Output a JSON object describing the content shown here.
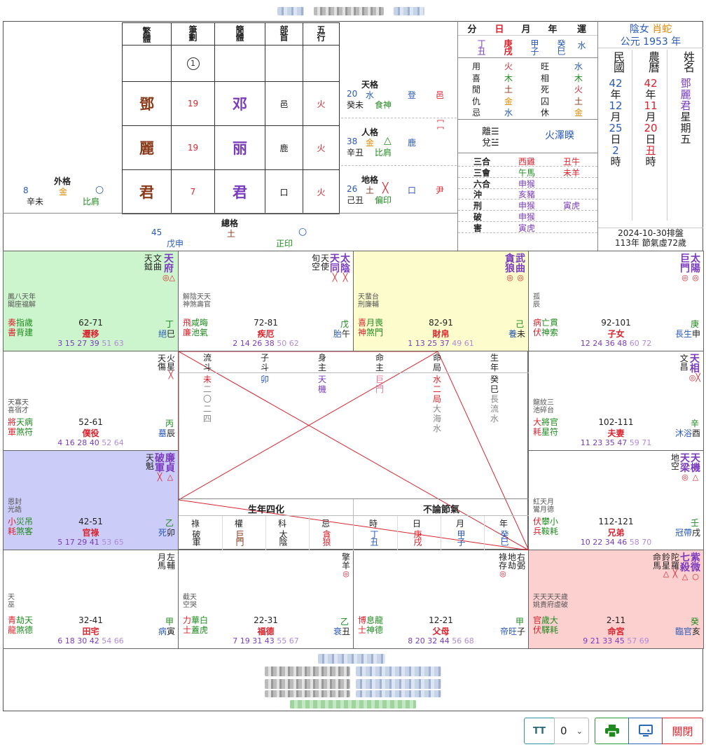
{
  "header": {
    "title_blur": "",
    "subtitle_blur": ""
  },
  "name_table": {
    "headers": [
      "繁體",
      "筆劃",
      "簡體",
      "部首",
      "五行"
    ],
    "circle": "1",
    "rows": [
      {
        "trad": "鄧",
        "strokes": "19",
        "simp": "邓",
        "radical": "邑",
        "wuxing": "火"
      },
      {
        "trad": "麗",
        "strokes": "19",
        "simp": "丽",
        "radical": "鹿",
        "wuxing": "火"
      },
      {
        "trad": "君",
        "strokes": "7",
        "simp": "君",
        "radical": "口",
        "wuxing": "火"
      }
    ]
  },
  "grids": {
    "tian": {
      "label": "天格",
      "num": "20",
      "wx": "水",
      "gz": "癸未",
      "god": "食神",
      "mark": "",
      "r1": "登",
      "r2": "邑"
    },
    "ren": {
      "label": "人格",
      "num": "38",
      "wx": "金",
      "gz": "辛丑",
      "god": "比肩",
      "mark": "△",
      "r1": "鹿",
      "r2": "冖冖"
    },
    "di": {
      "label": "地格",
      "num": "26",
      "wx": "土",
      "gz": "己丑",
      "god": "偏印",
      "mark": "╳",
      "r1": "口",
      "r2": "尹"
    },
    "wai": {
      "label": "外格",
      "num": "8",
      "wx": "金",
      "gz": "辛未",
      "god": "比肩",
      "mark": "○"
    },
    "zong": {
      "label": "總格",
      "num": "45",
      "wx": "土",
      "gz": "戊申",
      "god": "正印",
      "mark": "○"
    }
  },
  "pillars": {
    "headers": [
      "分",
      "日",
      "月",
      "年",
      "運"
    ],
    "rows": [
      [
        "丁丑",
        "庚戌",
        "甲子",
        "癸巳",
        "水"
      ]
    ],
    "sh": [
      [
        "用",
        "火",
        "旺",
        "水"
      ],
      [
        "喜",
        "木",
        "相",
        "木"
      ],
      [
        "閒",
        "土",
        "死",
        "火"
      ],
      [
        "仇",
        "金",
        "囚",
        "土"
      ],
      [
        "忌",
        "水",
        "休",
        "金"
      ]
    ],
    "gua_top": "離☰",
    "gua_bot": "兌☱",
    "gua_name": "火澤睽",
    "rel": [
      [
        "三合",
        "西雞",
        "丑牛"
      ],
      [
        "三會",
        "午馬",
        "未羊"
      ],
      [
        "六合",
        "申猴",
        ""
      ],
      [
        "沖",
        "亥豬",
        ""
      ],
      [
        "刑",
        "申猴",
        "寅虎"
      ],
      [
        "破",
        "申猴",
        ""
      ],
      [
        "害",
        "寅虎",
        ""
      ]
    ]
  },
  "person": {
    "gender": "陰女",
    "zodiac": "肖蛇",
    "year_line": "公元 1953 年",
    "col1": "民國",
    "col2": "農曆",
    "col3": "姓名",
    "minguo": [
      "42",
      "年",
      "12",
      "月",
      "25",
      "日",
      "2",
      "時"
    ],
    "lunar": [
      "42",
      "年",
      "11",
      "月",
      "20",
      "日",
      "丑",
      "時"
    ],
    "name": [
      "鄧",
      "麗",
      "君",
      "",
      "星",
      "期",
      "五"
    ],
    "date_line": "2024-10-30排盤",
    "age_line": "113年 節氣虛72歲"
  },
  "palaces": [
    {
      "id": "qianyi",
      "stars": [
        [
          "天",
          "府",
          "◎△"
        ],
        [
          "文",
          "曲",
          ""
        ],
        [
          "天",
          "鉞",
          ""
        ]
      ],
      "minor": "鳳八天年\n閣座福解",
      "l1": "奏指歲",
      "l2": "書背建",
      "range": "62-71",
      "name": "遷移",
      "stem": "丁",
      "br": "巳",
      "life": "絕",
      "ages": "3 15 27 39 51 63",
      "bg": "#cdf5cd"
    },
    {
      "id": "jie",
      "stars": [
        [
          "太",
          "陰",
          "╳"
        ],
        [
          "天",
          "同",
          "╳"
        ],
        [
          "天",
          "使",
          ""
        ],
        [
          "旬",
          "空",
          ""
        ]
      ],
      "minor": "解陰天天\n神煞壽官",
      "l1": "飛咸晦",
      "l2": "廉池氣",
      "range": "72-81",
      "name": "疾厄",
      "stem": "戊",
      "br": "午",
      "life": "胎",
      "ages": "2 14 26 38 50 62",
      "bg": "#fff"
    },
    {
      "id": "cai",
      "stars": [
        [
          "武",
          "曲",
          "◎"
        ],
        [
          "貪",
          "狼",
          "◎"
        ]
      ],
      "minor": "天蜚台\n刑廉輔",
      "l1": "喜月喪",
      "l2": "神煞門",
      "range": "82-91",
      "name": "財帛",
      "stem": "己",
      "br": "未",
      "life": "養",
      "ages": "1 13 25 37 49 61",
      "bg": "#fdfccc"
    },
    {
      "id": "zinv",
      "stars": [
        [
          "太",
          "陽",
          "◎"
        ],
        [
          "巨",
          "門",
          "◎"
        ]
      ],
      "minor": "孤\n辰",
      "l1": "病亡貫",
      "l2": "伏神索",
      "range": "92-101",
      "name": "子女",
      "stem": "庚",
      "br": "申",
      "life": "長生",
      "ages": "12 24 36 48 60 72",
      "bg": "#fff"
    },
    {
      "id": "puyi",
      "stars": [
        [
          "火",
          "星",
          "╳"
        ],
        [
          "天",
          "傷",
          ""
        ]
      ],
      "minor": "天寡天\n喜宿才",
      "l1": "將天病",
      "l2": "軍煞符",
      "range": "52-61",
      "name": "僕役",
      "stem": "丙",
      "br": "辰",
      "life": "墓",
      "ages": "4 16 28 40 52 64",
      "bg": "#fff"
    },
    {
      "id": "fuqi",
      "stars": [
        [
          "天",
          "相",
          "◎╳"
        ],
        [
          "文",
          "昌",
          ""
        ]
      ],
      "minor": "龍紋三\n池碎台",
      "l1": "大將官",
      "l2": "耗星符",
      "range": "102-111",
      "name": "夫妻",
      "stem": "辛",
      "br": "酉",
      "life": "沐浴",
      "ages": "11 23 35 47 59 71",
      "bg": "#fff"
    },
    {
      "id": "guanlu",
      "stars": [
        [
          "廉",
          "貞",
          "△"
        ],
        [
          "破",
          "軍",
          "╳"
        ],
        [
          "天",
          "魁",
          ""
        ]
      ],
      "minor": "恩封\n光誥",
      "l1": "小災吊",
      "l2": "耗煞客",
      "range": "42-51",
      "name": "官祿",
      "stem": "乙",
      "br": "卯",
      "life": "死",
      "ages": "5 17 29 41 53 65",
      "bg": "#ccccf8"
    },
    {
      "id": "xiongdi",
      "stars": [
        [
          "天",
          "機",
          "△"
        ],
        [
          "天",
          "梁",
          "◎"
        ],
        [
          "地",
          "空",
          ""
        ]
      ],
      "minor": "紅天月\n鸞月德",
      "l1": "伏攀小",
      "l2": "兵鞍耗",
      "range": "112-121",
      "name": "兄弟",
      "stem": "壬",
      "br": "戌",
      "life": "冠帶",
      "ages": "10 22 34 46 58 70",
      "bg": "#fff"
    },
    {
      "id": "tianzhai",
      "stars": [
        [
          "左",
          "輔",
          ""
        ],
        [
          "月",
          "馬",
          ""
        ]
      ],
      "minor": "天\n巫",
      "l1": "青劫天",
      "l2": "龍煞德",
      "range": "32-41",
      "name": "田宅",
      "stem": "甲",
      "br": "寅",
      "life": "病",
      "ages": "6 18 30 42 54 66",
      "bg": "#fff"
    },
    {
      "id": "fude",
      "stars": [
        [
          "擎",
          "羊",
          "◎"
        ]
      ],
      "minor": "截天\n空哭",
      "l1": "力華白",
      "l2": "士蓋虎",
      "range": "22-31",
      "name": "福德",
      "stem": "乙",
      "br": "丑",
      "life": "衰",
      "ages": "7 19 31 43 55 67",
      "bg": "#fff"
    },
    {
      "id": "fumu",
      "stars": [
        [
          "右",
          "弼",
          ""
        ],
        [
          "地",
          "劫",
          ""
        ],
        [
          "祿",
          "存",
          "◎"
        ]
      ],
      "minor": "",
      "l1": "博息龍",
      "l2": "士神德",
      "range": "12-21",
      "name": "父母",
      "stem": "甲",
      "br": "子",
      "life": "帝旺",
      "ages": "8 20 32 44 56 68",
      "bg": "#fff"
    },
    {
      "id": "ming",
      "stars": [
        [
          "紫",
          "微",
          "○"
        ],
        [
          "七",
          "殺",
          "△"
        ],
        [
          "陀",
          "羅",
          "╳"
        ],
        [
          "鈴",
          "星",
          "△"
        ],
        [
          "命",
          "馬",
          ""
        ]
      ],
      "minor": "天天天天歲\n姚貴府虛破",
      "l1": "官歲大",
      "l2": "伏驛耗",
      "range": "2-11",
      "name": "命宮",
      "stem": "癸",
      "br": "亥",
      "life": "臨官",
      "ages": "9 21 33 45 57 69",
      "bg": "#fdd0d0"
    }
  ],
  "center": {
    "cols": [
      [
        "流",
        "斗"
      ],
      [
        "子",
        "斗"
      ],
      [
        "身",
        "主"
      ],
      [
        "命",
        "主"
      ],
      [
        "命",
        "局"
      ],
      [
        "生",
        "年"
      ]
    ],
    "vals": [
      [
        "未",
        "二",
        "〇",
        "二",
        "四"
      ],
      [
        "卯"
      ],
      [
        "天",
        "機"
      ],
      [
        "巨",
        "門"
      ],
      [
        "水",
        "二",
        "局",
        "大",
        "海",
        "水"
      ],
      [
        "癸",
        "巳",
        "長",
        "流",
        "水"
      ]
    ],
    "sihua_title": "生年四化",
    "jieqi_title": "不論節氣",
    "sihua_h": [
      "祿",
      "權",
      "科",
      "忌"
    ],
    "sihua_v": [
      "破軍",
      "巨門",
      "太陰",
      "貪狼"
    ],
    "jq_h": [
      "時",
      "日",
      "月",
      "年"
    ],
    "jq_v": [
      "丁丑",
      "庚戌",
      "甲子",
      "癸巳"
    ]
  },
  "footer": {
    "font_select": "0",
    "close_label": "關閉",
    "tt_label": "TT"
  }
}
